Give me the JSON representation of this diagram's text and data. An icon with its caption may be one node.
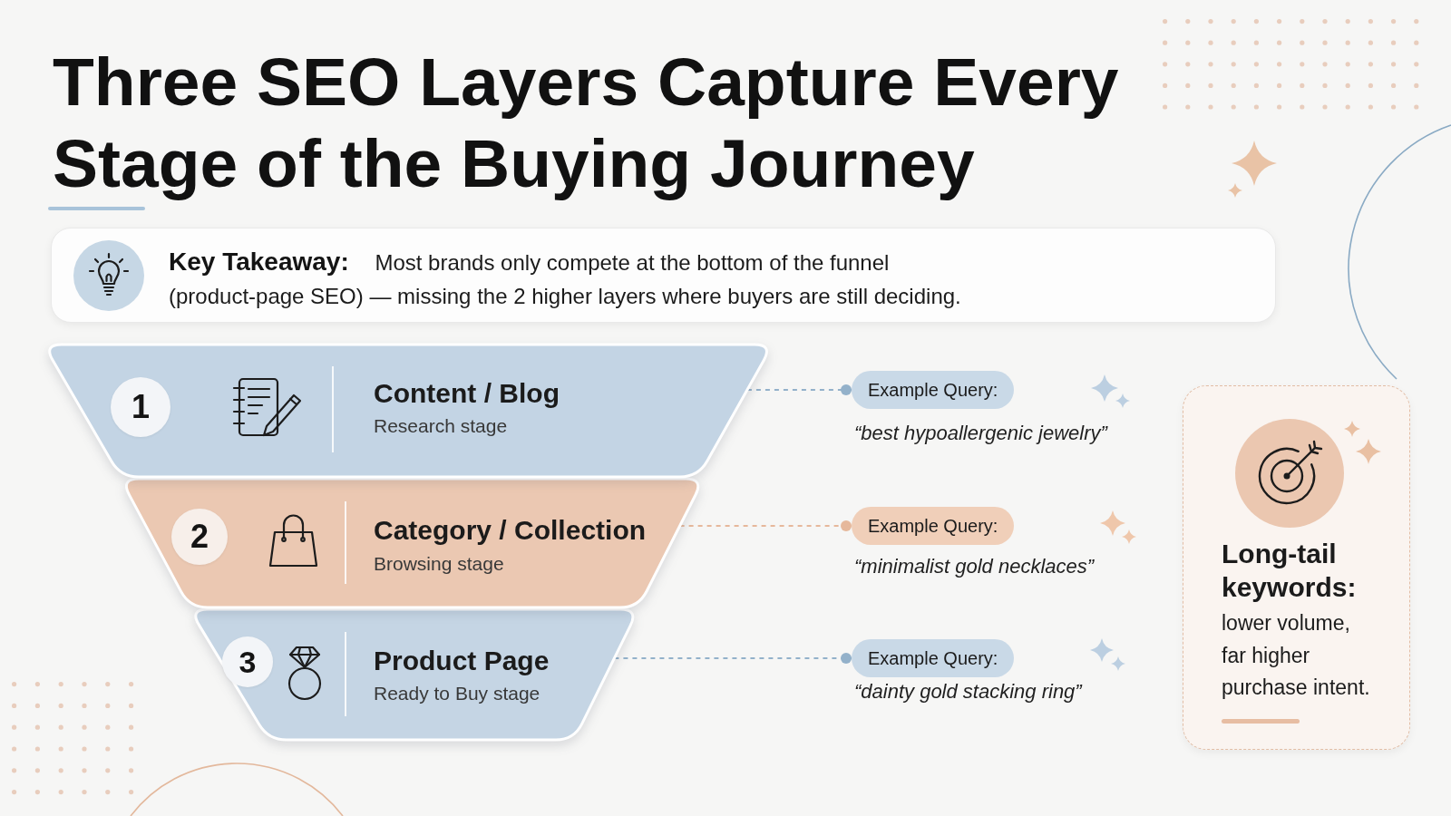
{
  "diagram": {
    "title": "Three SEO Layers Capture Every Stage of the Buying Journey",
    "nodes": [
      {
        "text": [
          "**Key Takeaway:** Most brands only compete at the bottom of the funnel (product-page SEO) — missing the 2 higher layers where buyers are still deciding."
        ]
      },
      {
        "text": [
          "Content / Blog",
          "Research stage"
        ]
      },
      {
        "text": [
          "1"
        ],
        "in": 1
      },
      {
        "text": [
          "Example Query:"
        ],
        "beside": [
          "“best hypoallergenic jewelry”"
        ]
      },
      {
        "text": [
          "Category / Collection",
          "Browsing stage"
        ]
      },
      {
        "text": [
          "2"
        ],
        "in": 4
      },
      {
        "text": [
          "Example Query:"
        ],
        "beside": [
          "“minimalist gold necklaces”"
        ]
      },
      {
        "text": [
          "Product Page",
          "Ready to Buy stage"
        ]
      },
      {
        "text": [
          "3"
        ],
        "in": 7
      },
      {
        "text": [
          "Example Query:"
        ],
        "beside": [
          "“dainty gold stacking ring”"
        ]
      },
      {
        "text": [
          "Long-tail keywords:",
          "lower volume, far higher purchase intent."
        ]
      }
    ],
    "edges": [
      {
        "from": 1,
        "to": 3,
        "arrow": "other",
        "style": "dashed"
      },
      {
        "from": 4,
        "to": 6,
        "arrow": "other",
        "style": "dashed",
        "color": "#e6b89b"
      },
      {
        "from": 7,
        "to": 9,
        "arrow": "other",
        "style": "dashed"
      }
    ]
  }
}
